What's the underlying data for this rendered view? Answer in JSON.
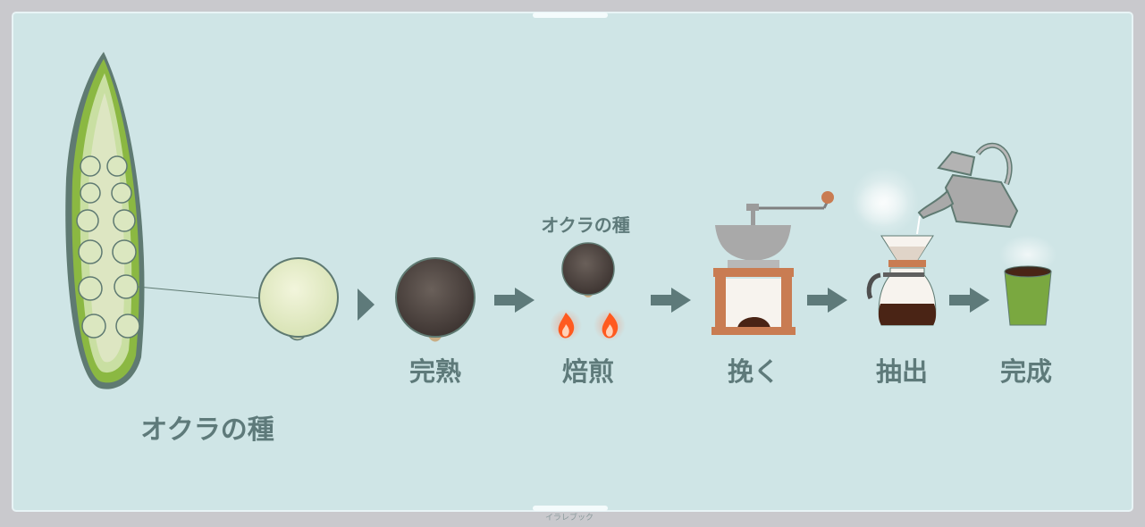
{
  "colors": {
    "background": "#cfe5e6",
    "frame": "#c9c9cd",
    "label": "#5e7a7a",
    "arrow": "#5e7a7a",
    "pod": "#8bb842",
    "seed": "#e3ebc9",
    "roasted_seed": "#4f4642",
    "flame": "#ff5a1f",
    "wood": "#c97c52",
    "coffee": "#4a2415",
    "drink": "#7aa840"
  },
  "labels": {
    "okra_seed_main": "オクラの種",
    "ripe": "完熟",
    "roast": "焙煎",
    "roast_caption": "オクラの種",
    "grind": "挽く",
    "brew": "抽出",
    "done": "完成",
    "credit": "イラレブック"
  },
  "icons": [
    "okra-pod-icon",
    "seed-icon",
    "roasted-seed-icon",
    "flame-icon",
    "coffee-mill-icon",
    "kettle-icon",
    "coffee-dripper-icon",
    "cup-icon",
    "arrow-icon"
  ]
}
